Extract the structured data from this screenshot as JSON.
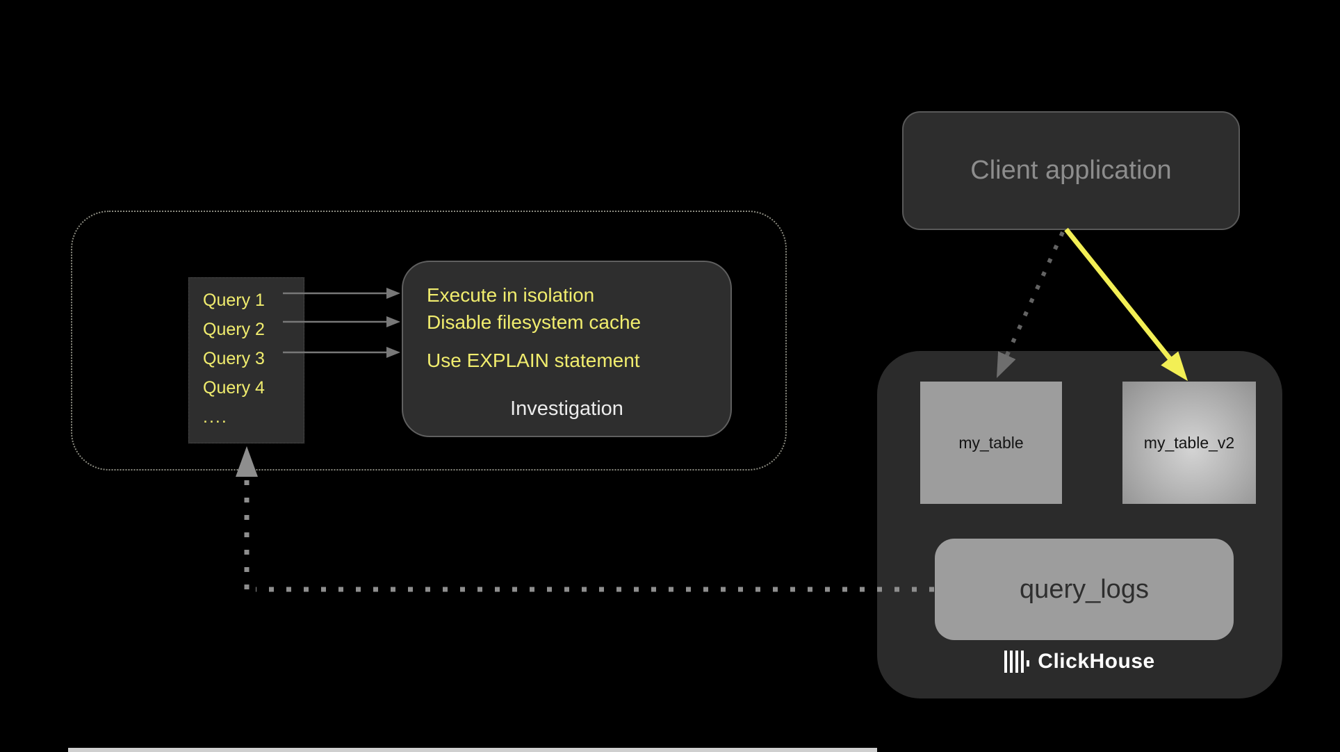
{
  "diagram": {
    "client_application": {
      "label": "Client application"
    },
    "query_list": {
      "items": [
        "Query 1",
        "Query 2",
        "Query 3",
        "Query 4",
        "...."
      ]
    },
    "investigation": {
      "tips": [
        "Execute in isolation",
        "Disable filesystem cache",
        "Use EXPLAIN statement"
      ],
      "caption": "Investigation"
    },
    "clickhouse": {
      "table1": "my_table",
      "table2": "my_table_v2",
      "logs": "query_logs",
      "brand": "ClickHouse"
    },
    "colors": {
      "background": "#000000",
      "panel_dark": "#2e2e2e",
      "accent_yellow_text": "#f1ed6e",
      "accent_yellow_arrow": "#f3ef55",
      "gray_box": "#9d9d9d",
      "muted_text": "#8d8d8d",
      "dotted_gray": "#8e8e8e",
      "white": "#ffffff"
    }
  }
}
